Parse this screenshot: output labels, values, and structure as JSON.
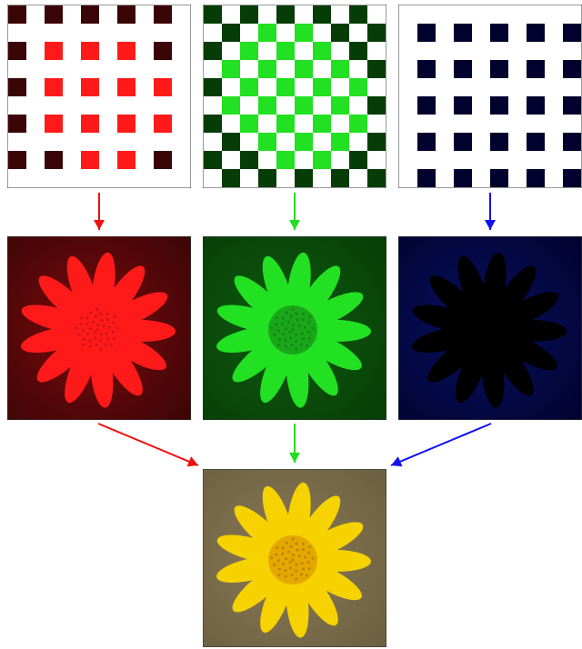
{
  "title": "",
  "channels": [
    {
      "id": "red",
      "color": "#ff1a1a",
      "dark": "#3a0506",
      "bg_mid": "#7a0a0c"
    },
    {
      "id": "green",
      "color": "#22e022",
      "dark": "#063d06",
      "bg_mid": "#0f5a10"
    },
    {
      "id": "blue",
      "color": "#1a1aff",
      "dark": "#02022e",
      "bg_mid": "#071060"
    }
  ],
  "mosaic": {
    "red_pattern": "red-sampled-grid",
    "green_pattern": "green-checkerboard",
    "blue_pattern": "blue-sampled-grid"
  },
  "arrows": {
    "red": "#ee1111",
    "green": "#22dd22",
    "blue": "#1111ee"
  },
  "result": {
    "petal_color": "#f5d200",
    "center_color": "#e6a800",
    "background": "#6a5f40",
    "icon": "daisy-flower-icon"
  }
}
